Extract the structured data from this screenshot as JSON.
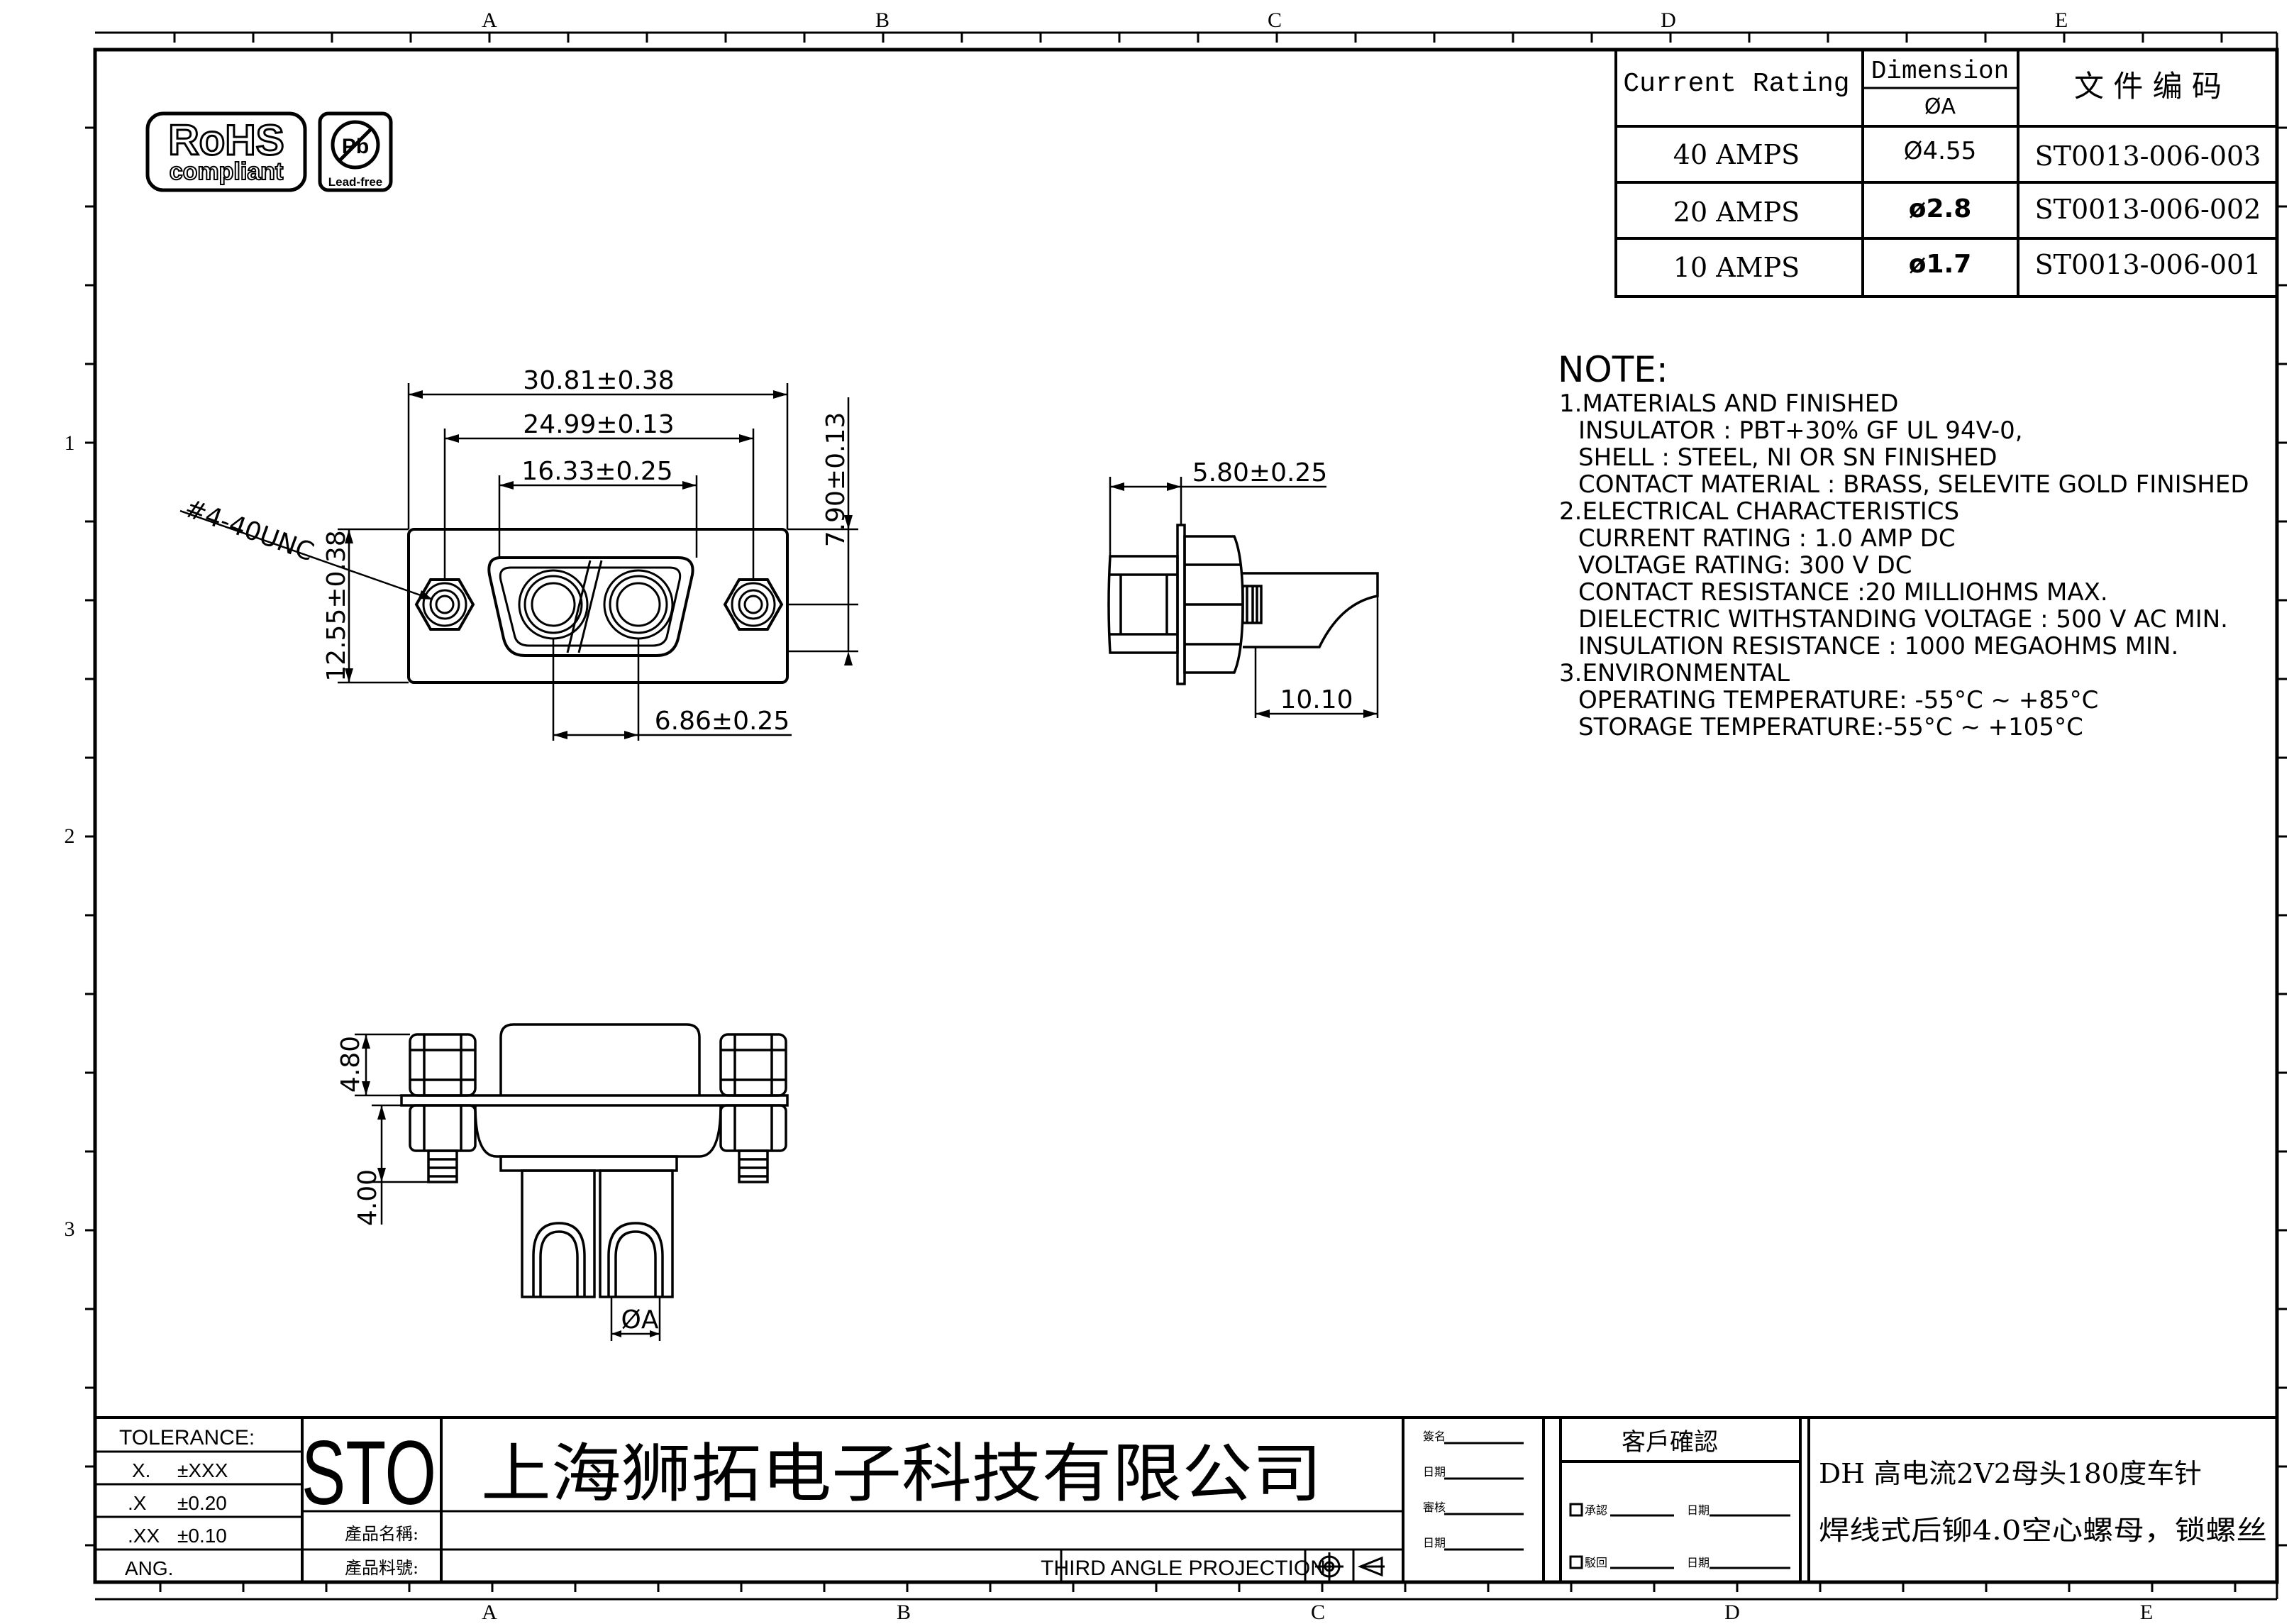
{
  "border": {
    "top_columns": [
      "A",
      "B",
      "C",
      "D",
      "E"
    ],
    "bottom_columns": [
      "A",
      "B",
      "C",
      "D",
      "E"
    ],
    "rows": [
      "1",
      "2",
      "3"
    ]
  },
  "logos": {
    "rohs_line1": "RoHS",
    "rohs_line2": "compliant",
    "leadfree_symbol": "Pb",
    "leadfree_label": "Lead-free"
  },
  "rating_table": {
    "header_current": "Current Rating",
    "header_dimension": "Dimension",
    "header_dimension_sub": "ØA",
    "header_code": "文 件 编 码",
    "rows": [
      {
        "current": "40 AMPS",
        "dimension": "Ø4.55",
        "code": "ST0013-006-003"
      },
      {
        "current": "20 AMPS",
        "dimension": "ø2.8",
        "code": "ST0013-006-002"
      },
      {
        "current": "10 AMPS",
        "dimension": "ø1.7",
        "code": "ST0013-006-001"
      }
    ]
  },
  "notes": {
    "title": "NOTE:",
    "lines": [
      "1.MATERIALS AND FINISHED",
      "INSULATOR : PBT+30% GF UL 94V-0,",
      "SHELL : STEEL, NI OR SN FINISHED",
      "CONTACT MATERIAL : BRASS, SELEVITE GOLD FINISHED",
      "2.ELECTRICAL CHARACTERISTICS",
      "CURRENT RATING : 1.0 AMP DC",
      "VOLTAGE RATING: 300 V DC",
      "CONTACT RESISTANCE :20 MILLIOHMS MAX.",
      "DIELECTRIC WITHSTANDING VOLTAGE : 500 V AC MIN.",
      "INSULATION RESISTANCE : 1000 MEGAOHMS MIN.",
      "3.ENVIRONMENTAL",
      "OPERATING TEMPERATURE: -55°C ~ +85°C",
      "STORAGE TEMPERATURE:-55°C ~ +105°C"
    ]
  },
  "front_view": {
    "dim_overall": "30.81±0.38",
    "dim_holes": "24.99±0.13",
    "dim_insert": "16.33±0.25",
    "dim_height": "12.55±0.38",
    "dim_half": "7.90±0.13",
    "dim_contact_pitch": "6.86±0.25",
    "thread_callout": "#4-40UNC"
  },
  "side_view": {
    "dim_flange": "5.80±0.25",
    "dim_tail": "10.10"
  },
  "bottom_view": {
    "dim_nut": "4.80",
    "dim_thread": "4.00",
    "dim_diameter": "ØA"
  },
  "title_block": {
    "tolerance_label": "TOLERANCE:",
    "tolerances": [
      {
        "key": "X.",
        "value": "±XXX"
      },
      {
        "key": ".X",
        "value": "±0.20"
      },
      {
        "key": ".XX",
        "value": "±0.10"
      },
      {
        "key": "ANG.",
        "value": ""
      }
    ],
    "brand": "STO",
    "company": "上海狮拓电子科技有限公司",
    "product_name_label": "產品名稱:",
    "product_part_label": "產品料號:",
    "projection_label": "THIRD ANGLE PROJECTION",
    "sign_labels": [
      "簽名",
      "日期",
      "審核",
      "日期"
    ],
    "customer_confirm": "客戶確認",
    "approve_label": "承認",
    "reject_label": "駁回",
    "date_label": "日期",
    "description_line1": "DH 高电流2V2母头180度车针",
    "description_line2": "焊线式后铆4.0空心螺母，锁螺丝"
  }
}
